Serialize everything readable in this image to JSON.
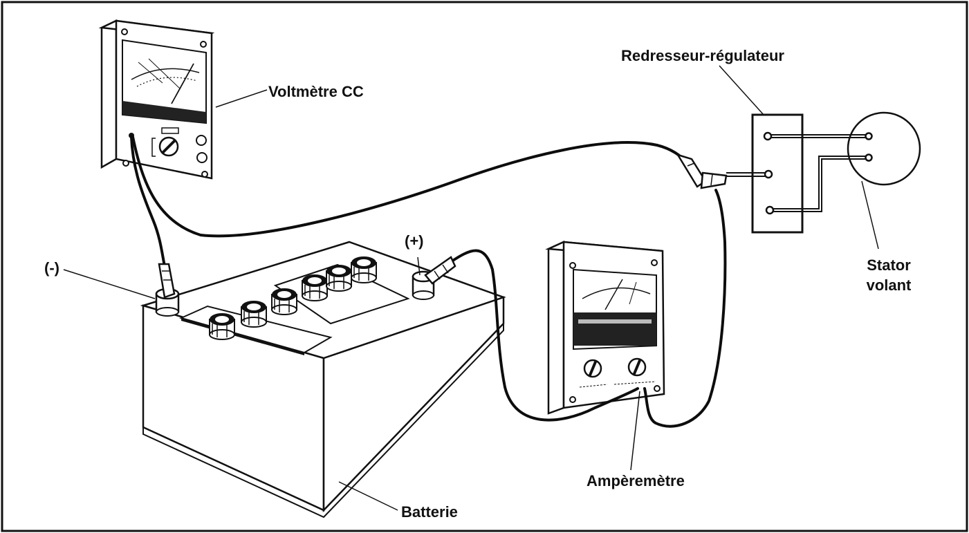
{
  "labels": {
    "voltmeter": "Voltmètre CC",
    "rectifier": "Redresseur-régulateur",
    "stator_line1": "Stator",
    "stator_line2": "volant",
    "negative": "(-)",
    "positive": "(+)",
    "ammeter": "Ampèremètre",
    "battery": "Batterie"
  },
  "colors": {
    "ink": "#111111",
    "paper": "#ffffff",
    "panel": "#e4e4e4",
    "cable": "#0d0d0d"
  }
}
